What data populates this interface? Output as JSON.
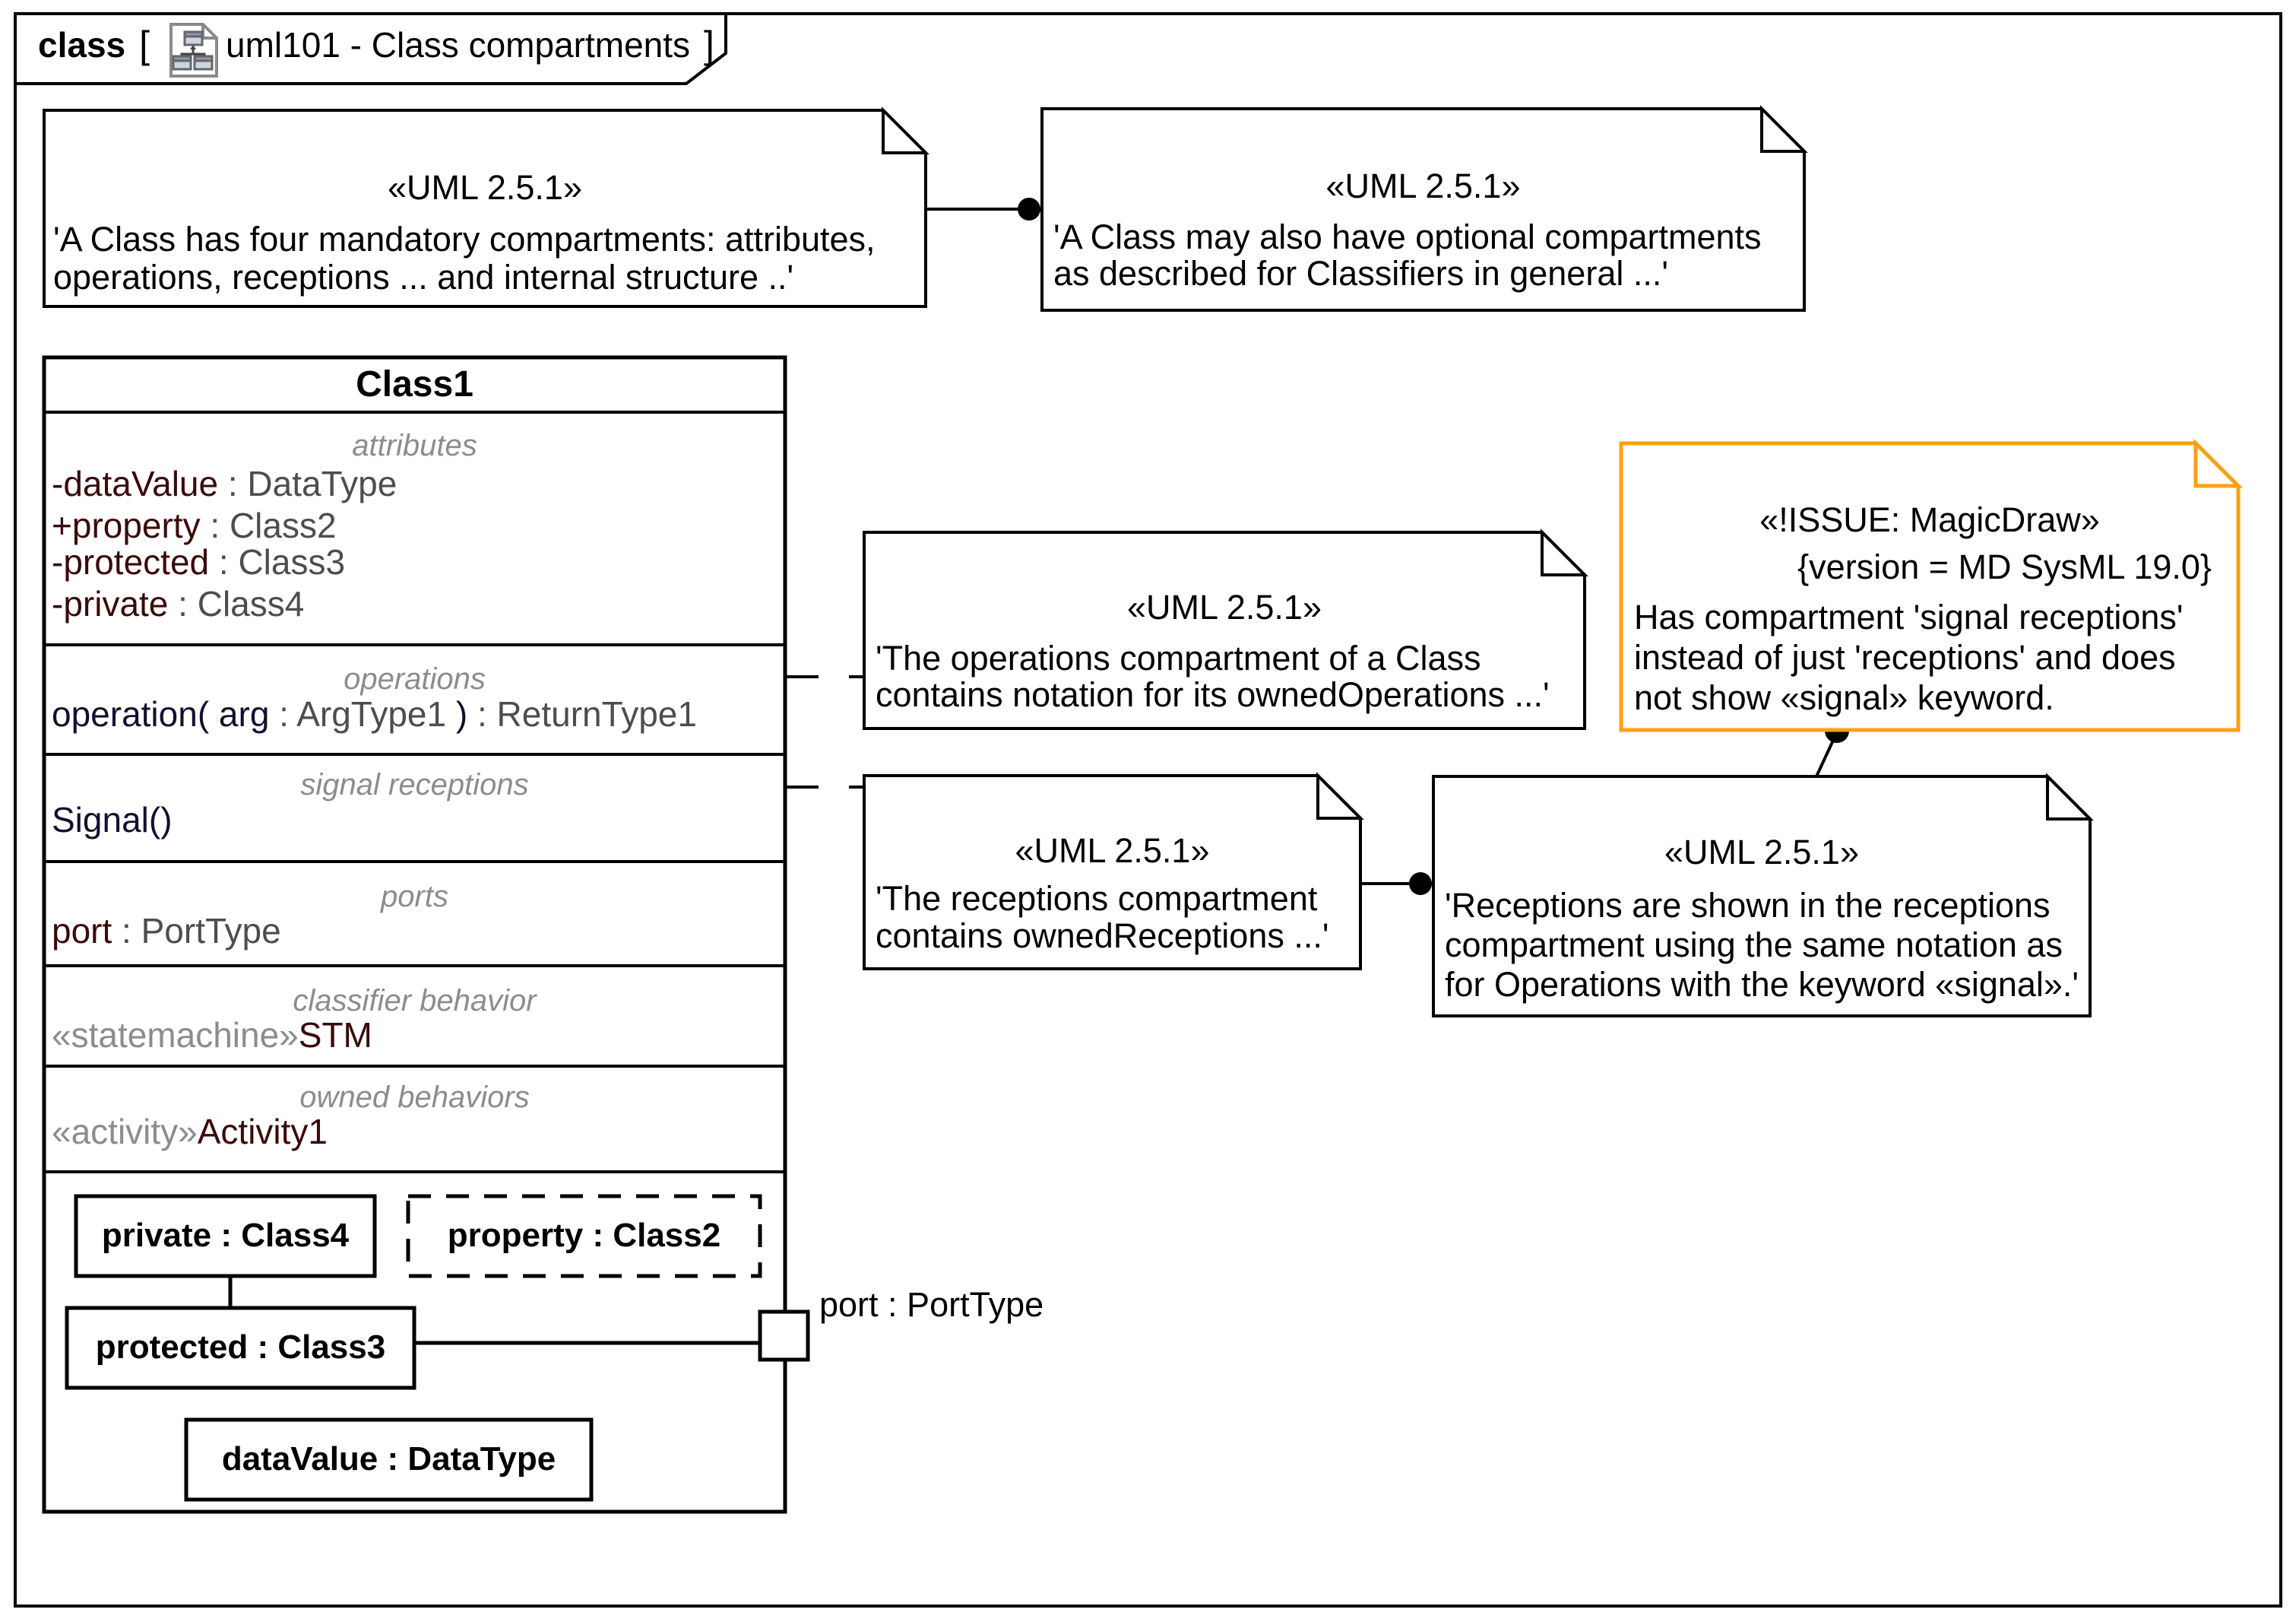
{
  "frame": {
    "tab_keyword": "class",
    "open_bracket": "[",
    "tab_title": "uml101 - Class compartments",
    "close_bracket": "]",
    "icon": "class-diagram-icon"
  },
  "colors": {
    "attribute_name": "#3a0a0a",
    "type_text": "#4d4d4d",
    "compartment_label": "#8c8c8c",
    "operation_text": "#10102e",
    "issue_border": "#ffa011",
    "line": "#000000",
    "background": "#ffffff"
  },
  "class1": {
    "name": "Class1",
    "compartments": [
      {
        "label": "attributes",
        "items": [
          [
            {
              "t": "-dataValue",
              "c": "name"
            },
            {
              "t": " : DataType",
              "c": "type"
            }
          ],
          [
            {
              "t": "+property",
              "c": "name"
            },
            {
              "t": " : Class2",
              "c": "type"
            }
          ],
          [
            {
              "t": "-protected",
              "c": "name"
            },
            {
              "t": " : Class3",
              "c": "type"
            }
          ],
          [
            {
              "t": "-private",
              "c": "name"
            },
            {
              "t": " : Class4",
              "c": "type"
            }
          ]
        ]
      },
      {
        "label": "operations",
        "items": [
          [
            {
              "t": "operation( arg",
              "c": "op"
            },
            {
              "t": " : ArgType1",
              "c": "type"
            },
            {
              "t": " ) ",
              "c": "op"
            },
            {
              "t": ": ReturnType1",
              "c": "type"
            }
          ]
        ]
      },
      {
        "label": "signal receptions",
        "items": [
          [
            {
              "t": "Signal()",
              "c": "op"
            }
          ]
        ]
      },
      {
        "label": "ports",
        "items": [
          [
            {
              "t": "port",
              "c": "name"
            },
            {
              "t": " : PortType",
              "c": "type"
            }
          ]
        ]
      },
      {
        "label": "classifier behavior",
        "items": [
          [
            {
              "t": "«statemachine»",
              "c": "kw"
            },
            {
              "t": "STM",
              "c": "name"
            }
          ]
        ]
      },
      {
        "label": "owned behaviors",
        "items": [
          [
            {
              "t": "«activity»",
              "c": "kw"
            },
            {
              "t": "Activity1",
              "c": "name"
            }
          ]
        ]
      }
    ],
    "parts": {
      "private_part": "private : Class4",
      "property_part": "property : Class2",
      "protected_part": "protected : Class3",
      "datavalue_part": "dataValue : DataType"
    },
    "port_label": "port : PortType"
  },
  "notes": {
    "mandatory": {
      "stereotype": "«UML 2.5.1»",
      "lines": [
        "'A Class has four mandatory compartments: attributes,",
        "operations, receptions ... and internal structure ..'"
      ]
    },
    "optional": {
      "stereotype": "«UML 2.5.1»",
      "lines": [
        "'A Class may also have optional compartments",
        "as described for Classifiers in general ...'"
      ]
    },
    "operations_note": {
      "stereotype": "«UML 2.5.1»",
      "lines": [
        "'The operations compartment of a Class",
        "contains notation for its ownedOperations ...'"
      ]
    },
    "receptions_note": {
      "stereotype": "«UML 2.5.1»",
      "lines": [
        "'The receptions compartment",
        "contains ownedReceptions ...'"
      ]
    },
    "receptions_notation_note": {
      "stereotype": "«UML 2.5.1»",
      "lines": [
        "'Receptions are shown in the receptions",
        "compartment using the same notation as",
        "for Operations with the keyword «signal».'"
      ]
    },
    "issue_note": {
      "stereotype": "«!ISSUE: MagicDraw»",
      "version": "{version = MD SysML 19.0}",
      "lines": [
        "Has compartment 'signal receptions'",
        "instead of just 'receptions' and does",
        "not show «signal» keyword."
      ]
    }
  }
}
